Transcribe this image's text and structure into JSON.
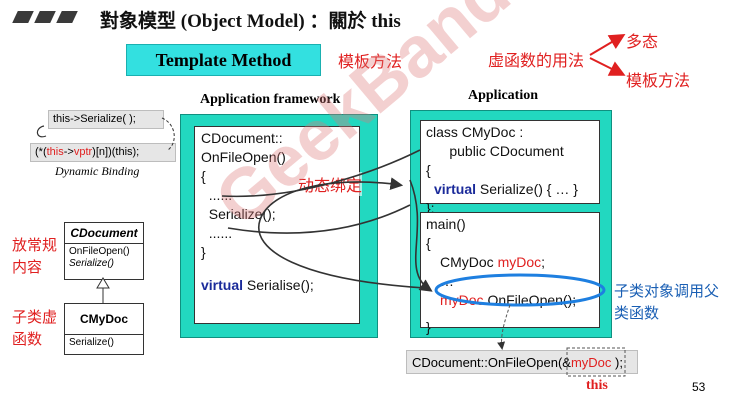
{
  "header": {
    "title": "對象模型 (Object Model) ：關於 this"
  },
  "template_method": {
    "label": "Template Method",
    "cn": "模板方法"
  },
  "virtual_usage": {
    "label": "虚函数的用法",
    "use1": "多态",
    "use2": "模板方法"
  },
  "dynamic_binding": {
    "line1": "this->Serialize( );",
    "line2_prefix": "(*(",
    "line2_this": "this",
    "line2_arrow": "->",
    "line2_vptr": "vptr",
    "line2_suffix": ")[n])(this);",
    "caption": "Dynamic Binding"
  },
  "framework": {
    "title": "Application framework",
    "code": [
      "CDocument::",
      "OnFileOpen()",
      "{",
      "  ......",
      "  Serialize();",
      "  ......",
      "}"
    ],
    "virtual_kw": "virtual",
    "virtual_rest": " Serialise();"
  },
  "application": {
    "title": "Application",
    "class_code": [
      "class CMyDoc :",
      "      public CDocument",
      "{"
    ],
    "virtual_kw": "virtual",
    "virtual_rest": " Serialize() { … }",
    "class_end": "};",
    "main_code": [
      "main()",
      "{"
    ],
    "decl_type": "CMyDoc ",
    "decl_var": "myDoc",
    "decl_end": ";",
    "dots": "…",
    "call_obj": "myDoc",
    "call_rest": ".OnFileOpen();",
    "main_end": "}"
  },
  "annotations": {
    "dynamic_binding_cn": "动态绑定",
    "child_call_cn_1": "子类对象调用父",
    "child_call_cn_2": "类函数",
    "put_common_1": "放常规",
    "put_common_2": "内容",
    "child_virtual_1": "子类虚",
    "child_virtual_2": "函数"
  },
  "uml": {
    "parent_name": "CDocument",
    "parent_op1": "OnFileOpen()",
    "parent_op2": "Serialize()",
    "child_name": "CMyDoc",
    "child_op1": "Serialize()"
  },
  "bottom_call": {
    "prefix": "CDocument::OnFileOpen(",
    "amp": "&",
    "var": "myDoc",
    "suffix": " );",
    "this_label": "this"
  },
  "watermark": "GeekBand",
  "page_number": "53",
  "colors": {
    "teal": "#22d8c0",
    "cyan_box": "#33e0e0",
    "red": "#e02020",
    "blue": "#1a5fb4"
  }
}
